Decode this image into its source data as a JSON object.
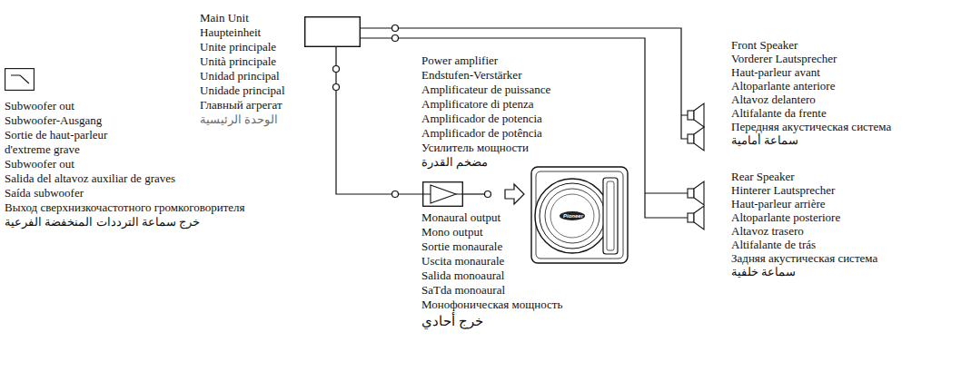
{
  "diagram": {
    "nodes": [
      {
        "text": [
          "Main Unit",
          "Haupteinheit",
          "Unite principale",
          "Unità principale",
          "Unidad principal",
          "Unidade principal",
          "Главный агрегат",
          "الوحدة الرئيسية"
        ]
      },
      {
        "text": [
          "Subwoofer out",
          "Subwoofer-Ausgang",
          "Sortie de haut-parleur d'extreme grave",
          "Subwoofer out",
          "Salida del altavoz auxiliar de graves",
          "Saída subwoofer",
          "Выход сверхнизкочастотного громкоговорителя",
          "خرج سماعة الترددات المنخفضة الفرعية"
        ]
      },
      {
        "text": [
          "Power amplifier",
          "Endstufen-Verstärker",
          "Amplificateur de puissance",
          "Amplificatore di ptenza",
          "Amplificador de potencia",
          "Amplificador de potência",
          "Усилитель мощности",
          "مضخم القدرة"
        ]
      },
      {
        "text": [
          "Front Speaker",
          "Vorderer Lautsprecher",
          "Haut-parleur avant",
          "Altoparlante anteriore",
          "Altavoz delantero",
          "Altifalante da frente",
          "Передняя акустическая система",
          "سماعة أمامية"
        ]
      },
      {
        "text": [
          "Rear Speaker",
          "Hinterer Lautsprecher",
          "Haut-parleur arrière",
          "Altoparlante posteriore",
          "Altavoz trasero",
          "Altifalante de trás",
          "Задняя акустическая система",
          "سماعة خلفية"
        ]
      }
    ],
    "edges": [
      {
        "from": 0,
        "to": 3,
        "arrow": "none"
      },
      {
        "from": 0,
        "to": 4,
        "arrow": "none"
      },
      {
        "from": 0,
        "to": 2,
        "arrow": "none"
      }
    ],
    "labels": [
      "Monaural output",
      "Mono output",
      "Sortie monaurale",
      "Uscita monaurale",
      "Salida monoaural",
      "SaTda monoaural",
      "Монофоническая мощность",
      "خرج أحادي",
      "Pioneer"
    ]
  }
}
